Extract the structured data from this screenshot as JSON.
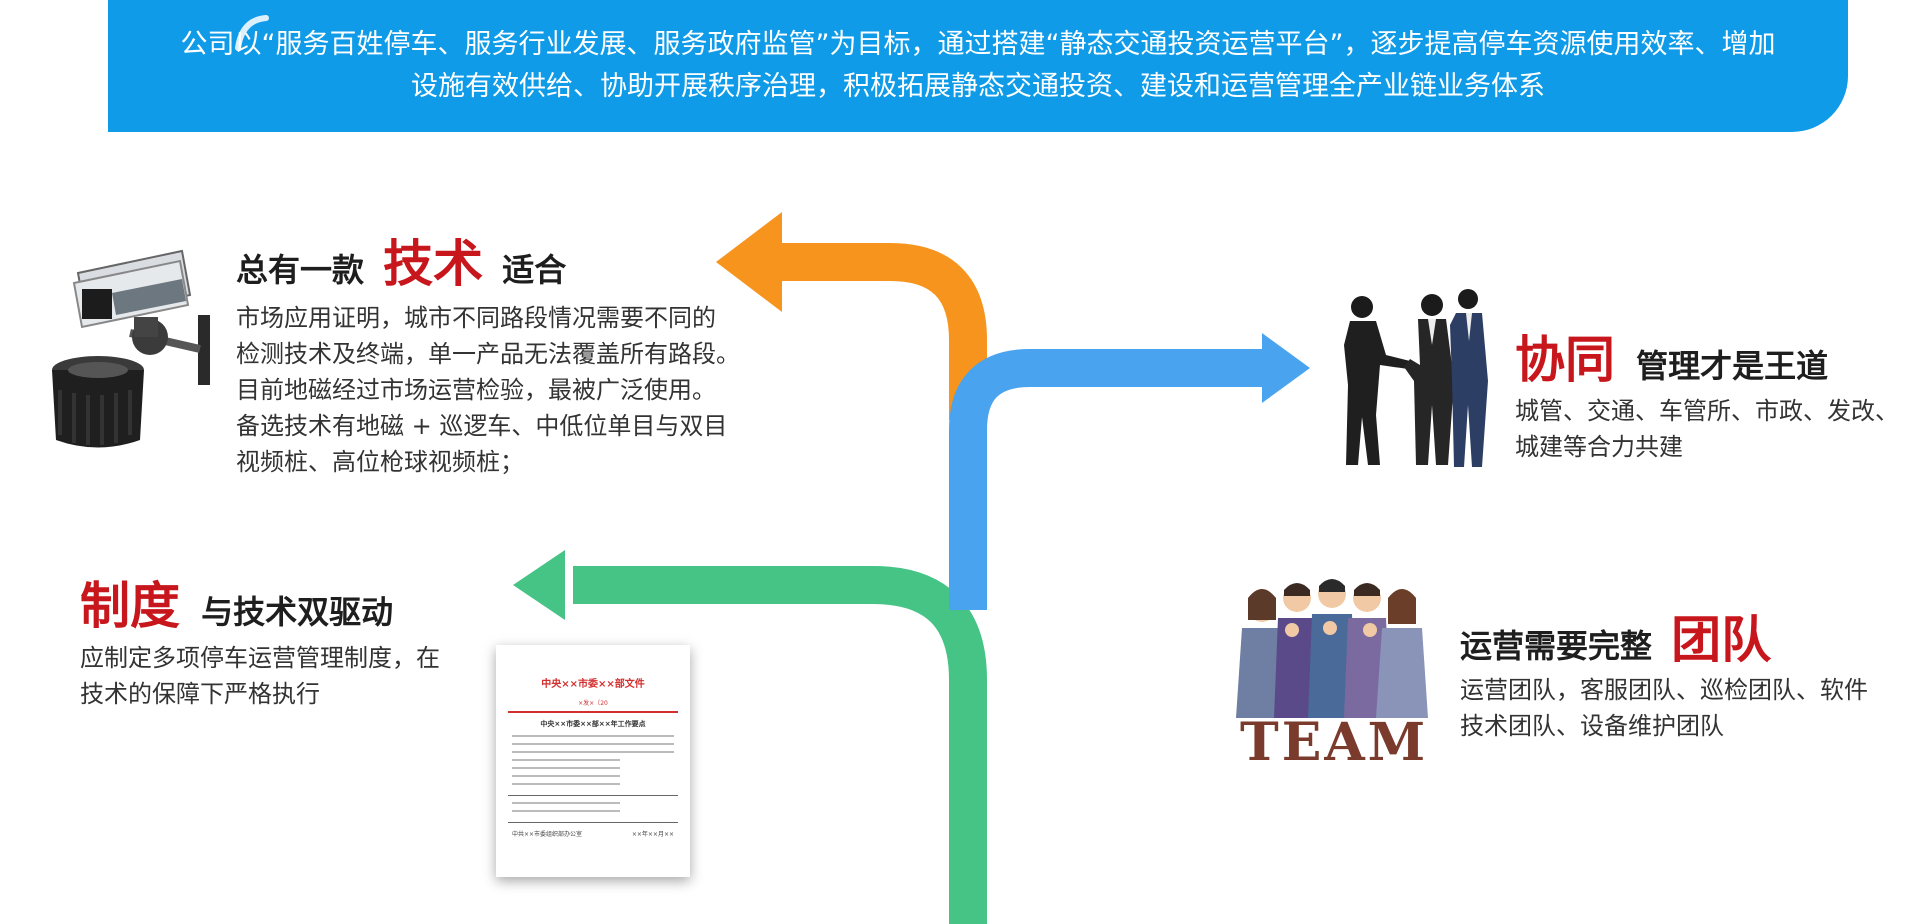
{
  "banner": {
    "line1": "公司以“服务百姓停车、服务行业发展、服务政府监管”为目标，通过搭建“静态交通投资运营平台”，逐步提高停车资源使用效率、增加",
    "line2": "设施有效供给、协助开展秩序治理，积极拓展静态交通投资、建设和运营管理全产业链业务体系"
  },
  "tech": {
    "title_pre": "总有一款",
    "title_accent": "技术",
    "title_post": "适合",
    "lines": [
      "市场应用证明，城市不同路段情况需要不同的",
      "检测技术及终端，单一产品无法覆盖所有路段。",
      "目前地磁经过市场运营检验，最被广泛使用。",
      "备选技术有地磁 + 巡逻车、中低位单目与双目",
      "视频桩、高位枪球视频桩；"
    ]
  },
  "system": {
    "title_accent": "制度",
    "title_post": "与技术双驱动",
    "lines": [
      "应制定多项停车运营管理制度，在",
      "技术的保障下严格执行"
    ]
  },
  "document": {
    "title": "中央××市委××部文件",
    "number": "×发×〔20",
    "subtitle": "中央××市委××部××年工作要点",
    "footer_left": "中共××市委组织部办公室",
    "footer_right": "××年××月××"
  },
  "cooperation": {
    "title_accent": "协同",
    "title_post": "管理才是王道",
    "lines": [
      "城管、交通、车管所、市政、发改、",
      "城建等合力共建"
    ]
  },
  "team": {
    "title_pre": "运营需要完整",
    "title_accent": "团队",
    "lines": [
      "运营团队，客服团队、巡检团队、软件",
      "技术团队、设备维护团队"
    ],
    "word": "TEAM"
  },
  "colors": {
    "banner": "#0f9be8",
    "orange_arrow": "#f7941d",
    "blue_arrow": "#4aa3ef",
    "green_arrow": "#45c485",
    "accent_red": "#c8161d"
  }
}
